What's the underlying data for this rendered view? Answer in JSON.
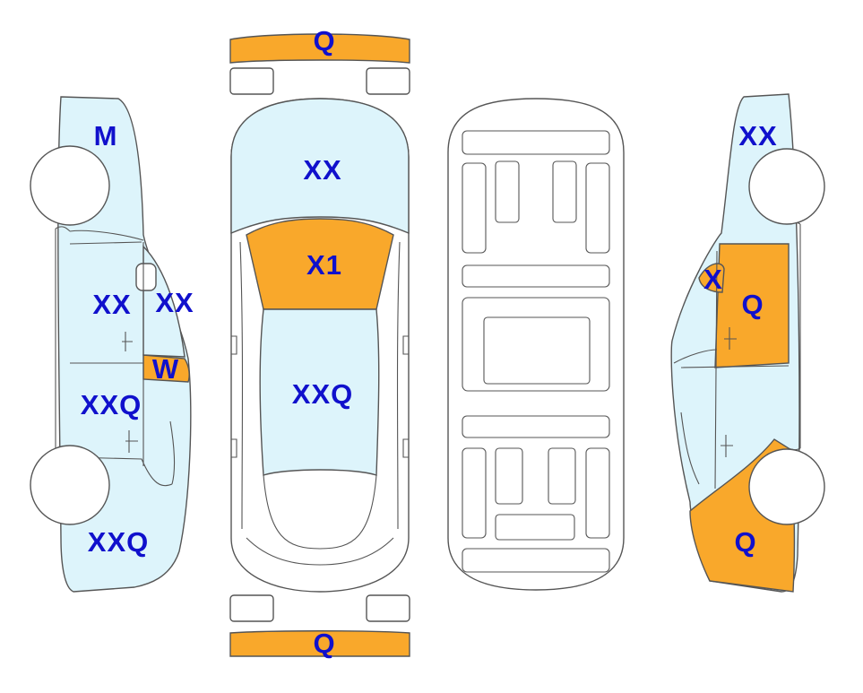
{
  "colors": {
    "damaged": "#f9a82b",
    "clean": "#ddf4fb",
    "outline": "#555555",
    "label": "#1010cc",
    "background": "#ffffff"
  },
  "views": {
    "front_bumper": {
      "label": "Q",
      "status": "damaged"
    },
    "rear_bumper": {
      "label": "Q",
      "status": "damaged"
    },
    "top_hood": {
      "label": "XX",
      "status": "clean"
    },
    "top_windshield": {
      "label": "X1",
      "status": "damaged"
    },
    "top_roof": {
      "label": "XXQ",
      "status": "clean"
    },
    "left_front_fender": {
      "label": "M",
      "status": "clean"
    },
    "left_front_door": {
      "label": "XX",
      "status": "clean"
    },
    "left_front_window": {
      "label": "XX",
      "status": "clean"
    },
    "left_rear_door": {
      "label": "XXQ",
      "status": "clean"
    },
    "left_rear_window": {
      "label": "W",
      "status": "damaged"
    },
    "left_quarter_panel": {
      "label": "XXQ",
      "status": "clean"
    },
    "right_front_fender": {
      "label": "XX",
      "status": "clean"
    },
    "right_mirror": {
      "label": "X",
      "status": "damaged"
    },
    "right_front_door": {
      "label": "Q",
      "status": "damaged"
    },
    "right_quarter_panel": {
      "label": "Q",
      "status": "damaged"
    }
  }
}
